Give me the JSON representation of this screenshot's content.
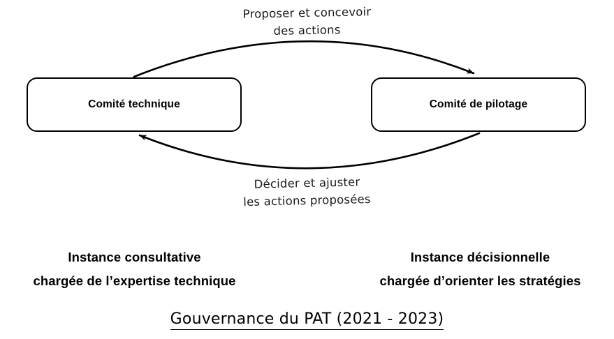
{
  "diagram": {
    "title": "Gouvernance du PAT (2021 - 2023)",
    "background_color": "#ffffff",
    "line_color": "#000000",
    "nodes": [
      {
        "id": "comite-technique",
        "label": "Comité technique",
        "caption_line_1": "Instance consultative",
        "caption_line_2": "chargée de l’expertise technique"
      },
      {
        "id": "comite-de-pilotage",
        "label": "Comité de pilotage",
        "caption_line_1": "Instance décisionnelle",
        "caption_line_2": "chargée d’orienter les stratégies"
      }
    ],
    "edges": [
      {
        "id": "edge-technique-to-pilotage",
        "direction": "left-to-right",
        "label_line_1": "Proposer et concevoir",
        "label_line_2": "des actions"
      },
      {
        "id": "edge-pilotage-to-technique",
        "direction": "right-to-left",
        "label_line_1": "Décider et ajuster",
        "label_line_2": "les actions proposées"
      }
    ]
  }
}
